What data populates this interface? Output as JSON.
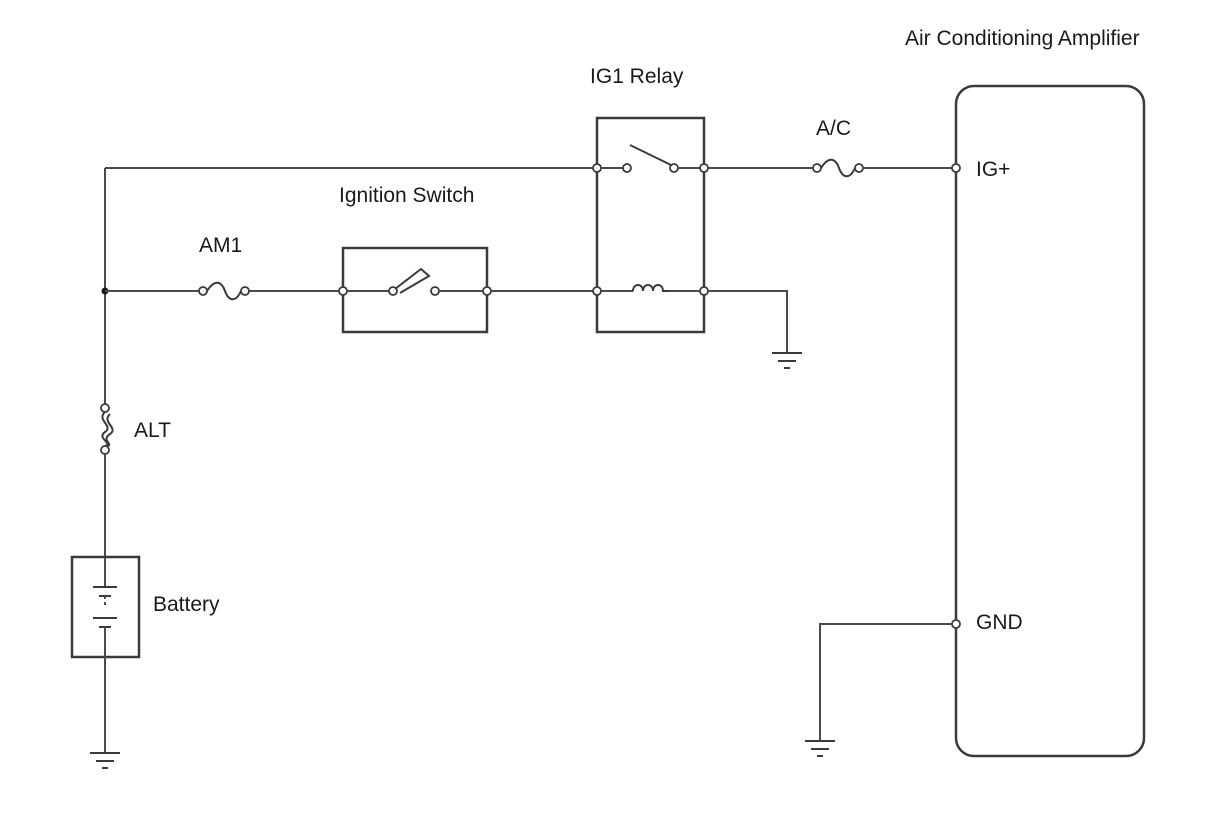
{
  "labels": {
    "amplifier": "Air Conditioning Amplifier",
    "ig1_relay": "IG1 Relay",
    "ac_fuse": "A/C",
    "ignition_switch": "Ignition Switch",
    "am1_fuse": "AM1",
    "alt_fuse": "ALT",
    "battery": "Battery",
    "ig_plus_terminal": "IG+",
    "gnd_terminal": "GND"
  }
}
